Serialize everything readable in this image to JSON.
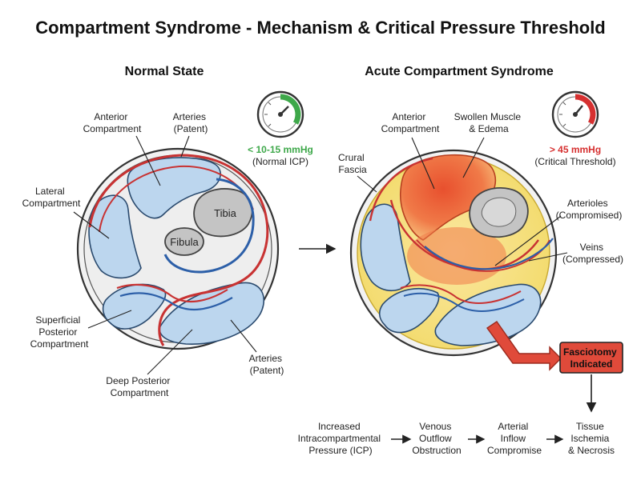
{
  "title": "Compartment Syndrome - Mechanism & Critical Pressure Threshold",
  "colors": {
    "muscle_blue": "#bcd6ee",
    "artery_red": "#c83232",
    "vein_blue": "#2c5fa8",
    "bone_gray": "#c4c4c4",
    "edema_yellow": "#f6e58a",
    "swollen_orange": "#ee6a40",
    "normal_green": "#3ea84a",
    "critical_red": "#d63030"
  },
  "normal": {
    "heading": "Normal State",
    "gauge_icon": "pressure-gauge-icon",
    "pressure": "< 10-15 mmHg",
    "pressure_note": "(Normal ICP)",
    "labels": {
      "anterior_1": "Anterior",
      "anterior_2": "Compartment",
      "arteries_top_1": "Arteries",
      "arteries_top_2": "(Patent)",
      "lateral_1": "Lateral",
      "lateral_2": "Compartment",
      "tibia": "Tibia",
      "fibula": "Fibula",
      "superficial_1": "Superficial",
      "superficial_2": "Posterior",
      "superficial_3": "Compartment",
      "deep_1": "Deep Posterior",
      "deep_2": "Compartment",
      "arteries_bottom_1": "Arteries",
      "arteries_bottom_2": "(Patent)"
    }
  },
  "acute": {
    "heading": "Acute Compartment Syndrome",
    "gauge_icon": "pressure-gauge-icon",
    "pressure": "> 45 mmHg",
    "pressure_note": "(Critical Threshold)",
    "labels": {
      "anterior_1": "Anterior",
      "anterior_2": "Compartment",
      "swollen_1": "Swollen Muscle",
      "swollen_2": "& Edema",
      "crural_1": "Crural",
      "crural_2": "Fascia",
      "arterioles_1": "Arterioles",
      "arterioles_2": "(Compromised)",
      "veins_1": "Veins",
      "veins_2": "(Compressed)"
    }
  },
  "fasciotomy": {
    "line1": "Fasciotomy",
    "line2": "Indicated"
  },
  "flow": {
    "step1": [
      "Increased",
      "Intracompartmental",
      "Pressure (ICP)"
    ],
    "step2": [
      "Venous",
      "Outflow",
      "Obstruction"
    ],
    "step3": [
      "Arterial",
      "Inflow",
      "Compromise"
    ],
    "step4": [
      "Tissue",
      "Ischemia",
      "& Necrosis"
    ]
  }
}
